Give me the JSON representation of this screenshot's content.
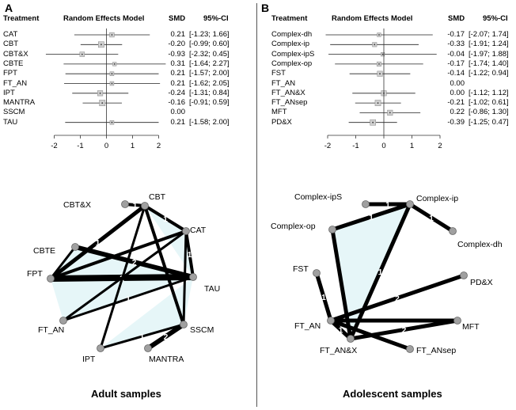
{
  "panels": [
    {
      "letter": "A",
      "headers": {
        "treatment": "Treatment",
        "model": "Random Effects Model",
        "smd": "SMD",
        "ci": "95%-CI"
      },
      "rows": [
        {
          "name": "CAT",
          "smd": "0.21",
          "ci": "[-1.23; 1.66]",
          "est": 0.21,
          "lo": -1.23,
          "hi": 1.66
        },
        {
          "name": "CBT",
          "smd": "-0.20",
          "ci": "[-0.99; 0.60]",
          "est": -0.2,
          "lo": -0.99,
          "hi": 0.6
        },
        {
          "name": "CBT&X",
          "smd": "-0.93",
          "ci": "[-2.32; 0.45]",
          "est": -0.93,
          "lo": -2.32,
          "hi": 0.45
        },
        {
          "name": "CBTE",
          "smd": "0.31",
          "ci": "[-1.64; 2.27]",
          "est": 0.31,
          "lo": -1.64,
          "hi": 2.27
        },
        {
          "name": "FPT",
          "smd": "0.21",
          "ci": "[-1.57; 2.00]",
          "est": 0.21,
          "lo": -1.57,
          "hi": 2.0
        },
        {
          "name": "FT_AN",
          "smd": "0.21",
          "ci": "[-1.62; 2.05]",
          "est": 0.21,
          "lo": -1.62,
          "hi": 2.05
        },
        {
          "name": "IPT",
          "smd": "-0.24",
          "ci": "[-1.31; 0.84]",
          "est": -0.24,
          "lo": -1.31,
          "hi": 0.84
        },
        {
          "name": "MANTRA",
          "smd": "-0.16",
          "ci": "[-0.91; 0.59]",
          "est": -0.16,
          "lo": -0.91,
          "hi": 0.59
        },
        {
          "name": "SSCM",
          "smd": "0.00",
          "ci": "",
          "est": null,
          "lo": null,
          "hi": null
        },
        {
          "name": "TAU",
          "smd": "0.21",
          "ci": "[-1.58; 2.00]",
          "est": 0.21,
          "lo": -1.58,
          "hi": 2.0
        }
      ],
      "axis_ticks": [
        "-2",
        "-1",
        "0",
        "1",
        "2"
      ],
      "network": {
        "nodes": [
          "CBT&X",
          "CBT",
          "CAT",
          "CBTE",
          "FPT",
          "TAU",
          "FT_AN",
          "IPT",
          "SSCM",
          "MANTRA"
        ],
        "edge_labels": [
          "1",
          "1",
          "1",
          "1",
          "2",
          "2",
          "1",
          "1",
          "2"
        ]
      },
      "caption": "Adult samples"
    },
    {
      "letter": "B",
      "headers": {
        "treatment": "Treatment",
        "model": "Random Effects Model",
        "smd": "SMD",
        "ci": "95%-CI"
      },
      "rows": [
        {
          "name": "Complex-dh",
          "smd": "-0.17",
          "ci": "[-2.07; 1.74]",
          "est": -0.17,
          "lo": -2.07,
          "hi": 1.74
        },
        {
          "name": "Complex-ip",
          "smd": "-0.33",
          "ci": "[-1.91; 1.24]",
          "est": -0.33,
          "lo": -1.91,
          "hi": 1.24
        },
        {
          "name": "Complex-ipS",
          "smd": "-0.04",
          "ci": "[-1.97; 1.88]",
          "est": -0.04,
          "lo": -1.97,
          "hi": 1.88
        },
        {
          "name": "Complex-op",
          "smd": "-0.17",
          "ci": "[-1.74; 1.40]",
          "est": -0.17,
          "lo": -1.74,
          "hi": 1.4
        },
        {
          "name": "FST",
          "smd": "-0.14",
          "ci": "[-1.22; 0.94]",
          "est": -0.14,
          "lo": -1.22,
          "hi": 0.94
        },
        {
          "name": "FT_AN",
          "smd": "0.00",
          "ci": "",
          "est": null,
          "lo": null,
          "hi": null
        },
        {
          "name": "FT_AN&X",
          "smd": "0.00",
          "ci": "[-1.12; 1.12]",
          "est": 0.0,
          "lo": -1.12,
          "hi": 1.12
        },
        {
          "name": "FT_ANsep",
          "smd": "-0.21",
          "ci": "[-1.02; 0.61]",
          "est": -0.21,
          "lo": -1.02,
          "hi": 0.61
        },
        {
          "name": "MFT",
          "smd": "0.22",
          "ci": "[-0.86; 1.30]",
          "est": 0.22,
          "lo": -0.86,
          "hi": 1.3
        },
        {
          "name": "PD&X",
          "smd": "-0.39",
          "ci": "[-1.25; 0.47]",
          "est": -0.39,
          "lo": -1.25,
          "hi": 0.47
        }
      ],
      "axis_ticks": [
        "-2",
        "-1",
        "0",
        "1",
        "2"
      ],
      "network": {
        "nodes": [
          "Complex-ipS",
          "Complex-ip",
          "Complex-dh",
          "Complex-op",
          "FST",
          "PD&X",
          "FT_AN",
          "MFT",
          "FT_AN&X",
          "FT_ANsep"
        ],
        "edge_labels": [
          "1",
          "1",
          "1",
          "1",
          "1",
          "2",
          "1",
          "2"
        ]
      },
      "caption": "Adolescent samples"
    }
  ]
}
